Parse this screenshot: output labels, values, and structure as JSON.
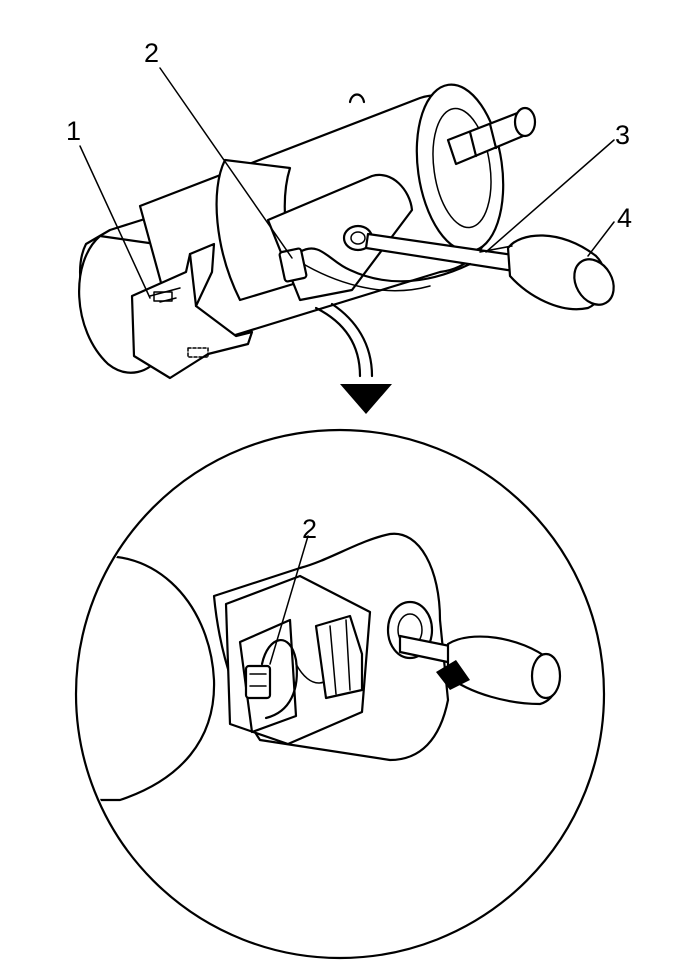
{
  "callouts": {
    "c1": "1",
    "c2": "2",
    "c3": "3",
    "c4": "4",
    "c2_detail": "2"
  },
  "colors": {
    "ink": "#000000",
    "paper": "#ffffff"
  },
  "icons": {
    "arrow": "curved-arrow-icon"
  }
}
